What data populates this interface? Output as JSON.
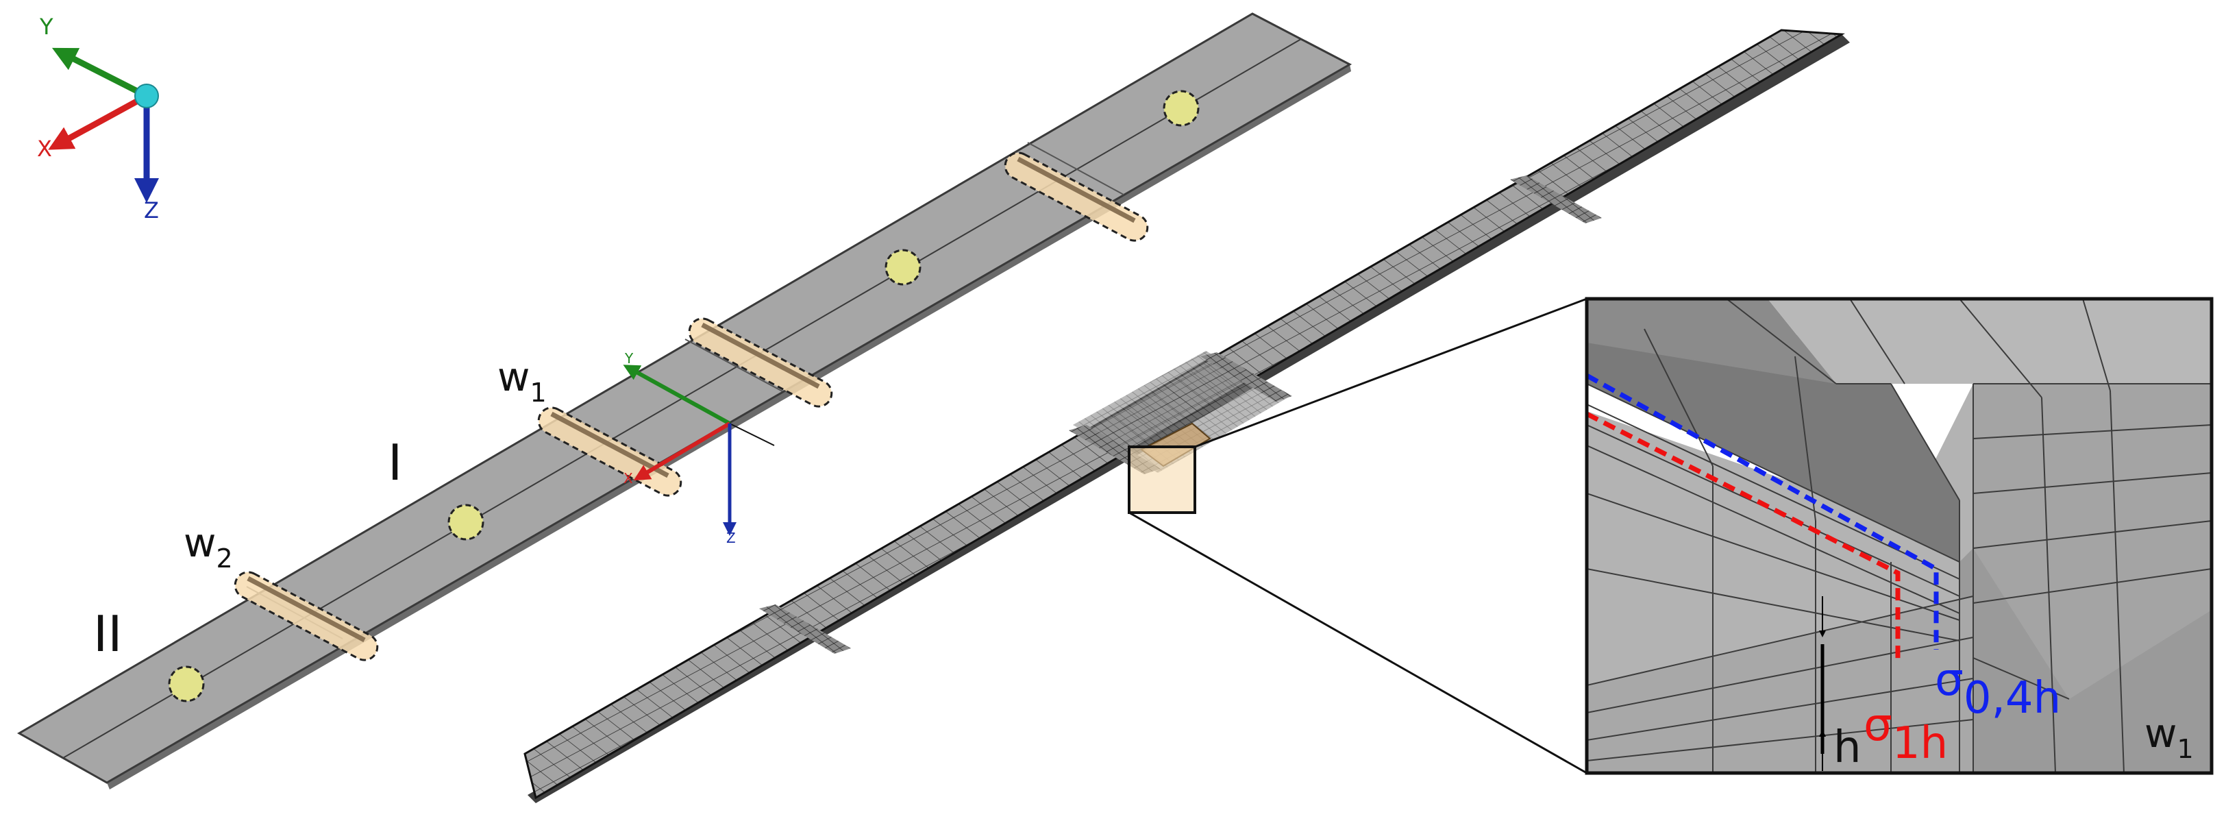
{
  "global_axes": {
    "x": "X",
    "y": "Y",
    "z": "Z"
  },
  "local_axes": {
    "x": "X",
    "y": "Y",
    "z": "Z"
  },
  "plate_labels": {
    "region_1": "I",
    "region_2": "II"
  },
  "weld_labels": {
    "w1": {
      "base": "w",
      "sub": "1"
    },
    "w2": {
      "base": "w",
      "sub": "2"
    }
  },
  "detail": {
    "thickness": "h",
    "sigma_1h": {
      "symbol": "σ",
      "sub": "1h"
    },
    "sigma_04h": {
      "symbol": "σ",
      "sub": "0,4h"
    },
    "weld": {
      "base": "w",
      "sub": "1"
    }
  },
  "colors": {
    "plate": "#a6a6a6",
    "plate_edge": "#3a3a3a",
    "weld_band": "#f7dcb0",
    "spot": "#e3e38c",
    "x_axis": "#d62020",
    "y_axis": "#1f8a1f",
    "z_axis": "#1b2fa8",
    "origin": "#30c8d2",
    "sigma_1h": "#ee1111",
    "sigma_04h": "#1122ee",
    "detail_light": "#b3b3b3",
    "detail_dark": "#7a7a7a",
    "detail_mid": "#9a9a9a"
  }
}
